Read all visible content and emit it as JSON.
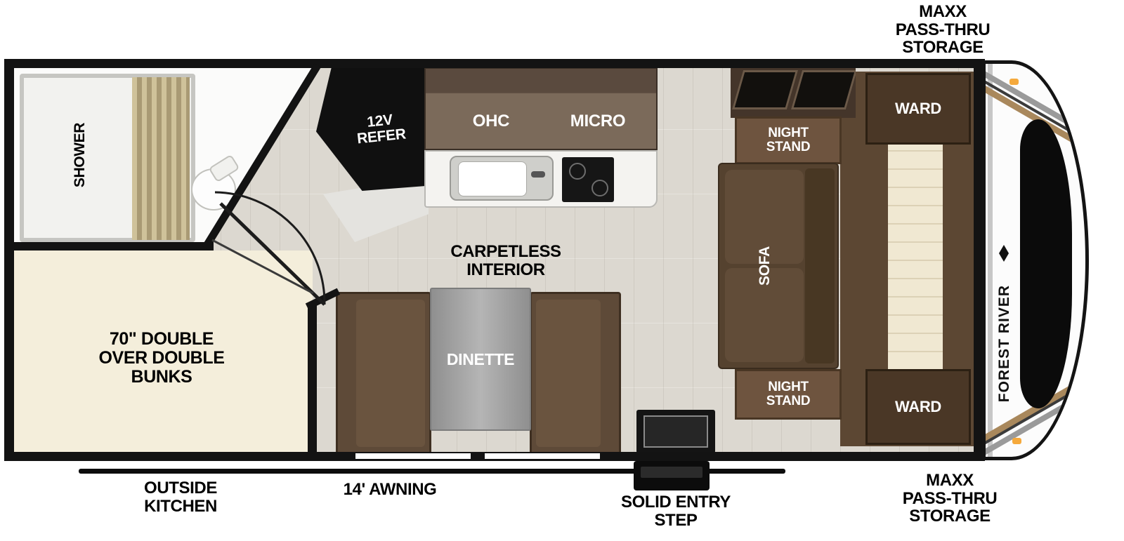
{
  "exterior": {
    "storage_top": "MAXX\nPASS-THRU\nSTORAGE",
    "storage_bottom": "MAXX\nPASS-THRU\nSTORAGE",
    "outside_kitchen": "OUTSIDE\nKITCHEN",
    "awning": "14' AWNING",
    "entry_step": "SOLID ENTRY\nSTEP"
  },
  "bathroom": {
    "shower": "SHOWER"
  },
  "bunkroom": {
    "bunks": "70\" DOUBLE\nOVER DOUBLE\nBUNKS"
  },
  "kitchen": {
    "refer": "12V\nREFER",
    "ohc": "OHC",
    "micro": "MICRO",
    "carpetless": "CARPETLESS\nINTERIOR",
    "dinette": "DINETTE"
  },
  "bedroom": {
    "nightstand_top": "NIGHT\nSTAND",
    "nightstand_bottom": "NIGHT\nSTAND",
    "ward_top": "WARD",
    "ward_bottom": "WARD",
    "sofa": "SOFA"
  },
  "brand": {
    "name": "FOREST RIVER"
  },
  "colors": {
    "wall": "#131313",
    "floor": "#dcd8d0",
    "cabinet_face": "#7b6a5a",
    "cabinet_top": "#55463a",
    "ward": "#4a3726",
    "sofa": "#55422f",
    "bed_cream": "#f0e8d2",
    "bunk_cream": "#f4eedb",
    "table_gray": "#a6a6a6",
    "marker_amber": "#f5a93c"
  }
}
